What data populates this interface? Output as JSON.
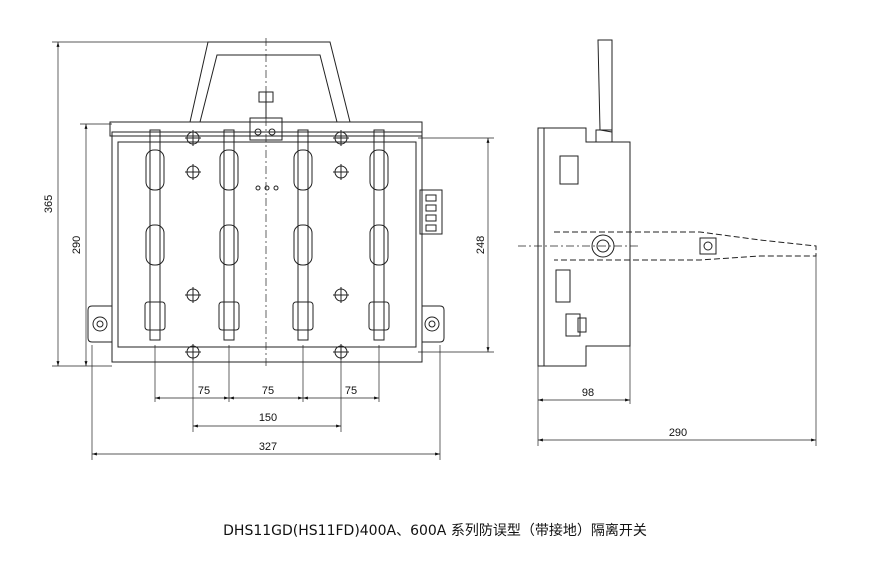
{
  "dimensions": {
    "overall_height": "365",
    "body_height": "290",
    "hole_spacing_height": "248",
    "pitch_left": "75",
    "pitch_mid": "75",
    "pitch_right": "75",
    "hole_spacing_width": "150",
    "overall_width": "327",
    "side_depth": "98",
    "side_handle_length": "290"
  },
  "caption": "DHS11GD(HS11FD)400A、600A 系列防误型（带接地）隔离开关"
}
